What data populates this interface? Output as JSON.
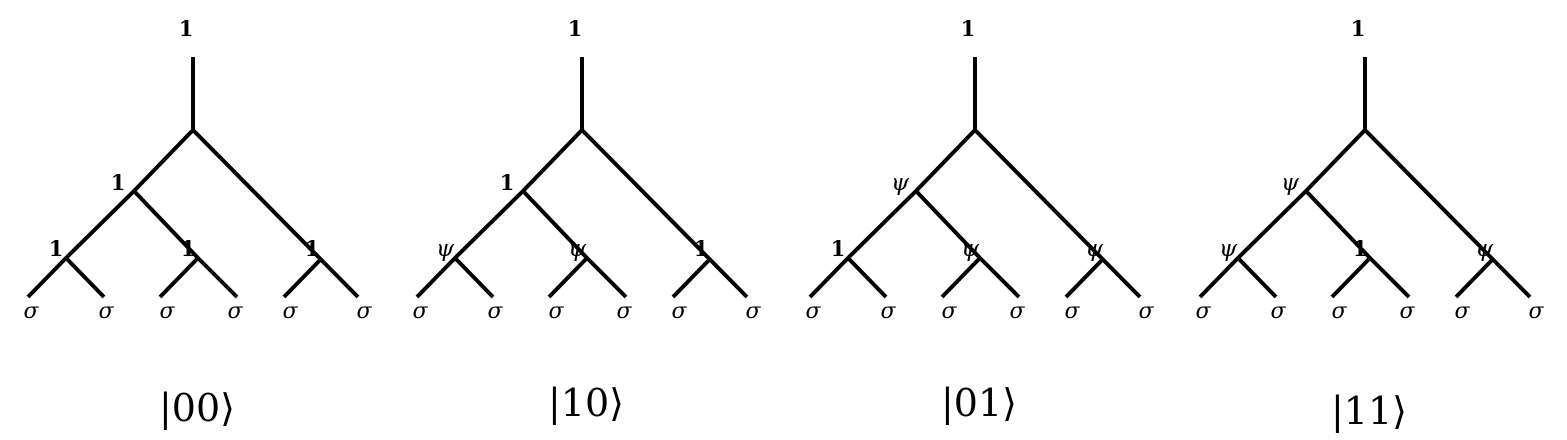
{
  "trees": [
    {
      "top_label": "1",
      "left_internal_label": "1",
      "pair_labels": [
        "1",
        "1",
        "1"
      ],
      "leaf_labels": [
        "σ",
        "σ",
        "σ",
        "σ",
        "σ",
        "σ"
      ],
      "state_label": "|00⟩"
    },
    {
      "top_label": "1",
      "left_internal_label": "1",
      "pair_labels": [
        "ψ",
        "ψ",
        "1"
      ],
      "leaf_labels": [
        "σ",
        "σ",
        "σ",
        "σ",
        "σ",
        "σ"
      ],
      "state_label": "|10⟩"
    },
    {
      "top_label": "1",
      "left_internal_label": "ψ",
      "pair_labels": [
        "1",
        "ψ",
        "ψ"
      ],
      "leaf_labels": [
        "σ",
        "σ",
        "σ",
        "σ",
        "σ",
        "σ"
      ],
      "state_label": "|01⟩"
    },
    {
      "top_label": "1",
      "left_internal_label": "ψ",
      "pair_labels": [
        "ψ",
        "1",
        "ψ"
      ],
      "leaf_labels": [
        "σ",
        "σ",
        "σ",
        "σ",
        "σ",
        "σ"
      ],
      "state_label": "|11⟩"
    }
  ]
}
